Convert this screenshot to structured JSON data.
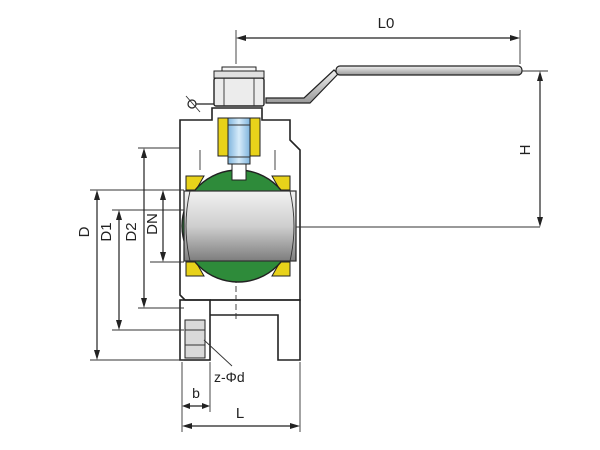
{
  "labels": {
    "L0": "L0",
    "H": "H",
    "D": "D",
    "D1": "D1",
    "D2": "D2",
    "DN": "DN",
    "z_phi_d": "z-Φd",
    "b": "b",
    "L": "L"
  },
  "colors": {
    "ball": "#2e8b3a",
    "seat": "#e8d21a",
    "stem": "#a9cde8",
    "bore_light": "#e6e6e6",
    "bore_dark": "#8a8a8a",
    "lines": "#222222"
  }
}
